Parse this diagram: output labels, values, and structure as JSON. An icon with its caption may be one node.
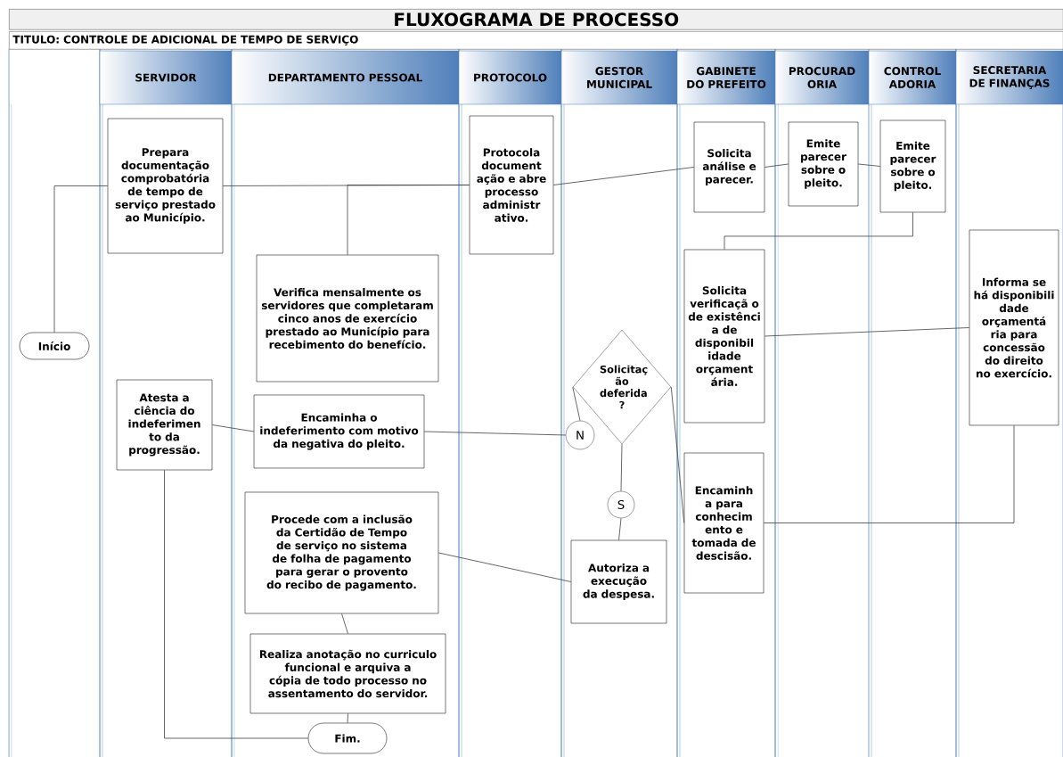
{
  "diagram": {
    "title": "FLUXOGRAMA DE PROCESSO",
    "nodes": [
      {
        "text": [
          "SERVIDOR"
        ]
      },
      {
        "text": [
          "DEPARTAMENTO PESSOAL"
        ]
      },
      {
        "text": [
          "PROTOCOLO"
        ]
      },
      {
        "text": [
          "GESTOR MUNICIPAL"
        ]
      },
      {
        "text": [
          "GABINETE DO PREFEITO"
        ]
      },
      {
        "text": [
          "PROCURAD ORIA"
        ]
      },
      {
        "text": [
          "CONTROL ADORIA"
        ]
      },
      {
        "text": [
          "SECRETARIA DE FINANÇAS"
        ]
      },
      {
        "text": [
          "Início"
        ]
      },
      {
        "text": [
          "Prepara documentação comprobatória de tempo de serviço prestado ao Município."
        ]
      },
      {
        "text": [
          "Protocola document ação e abre processo administr ativo."
        ]
      },
      {
        "text": [
          "Solicita análise e parecer."
        ]
      },
      {
        "text": [
          "Emite parecer sobre o pleito."
        ]
      },
      {
        "text": [
          "Emite parecer sobre o pleito."
        ]
      },
      {
        "text": [
          "Verifica mensalmente os servidores que completaram cinco anos de exercício prestado ao Município para recebimento do benefício."
        ]
      },
      {
        "text": [
          "Solicita verificaçã o de existênci a de disponibil idade orçament ária."
        ]
      },
      {
        "text": [
          "Informa se há disponibili dade orçamentá ria para concessão do direito no exercício."
        ]
      },
      {
        "text": [
          "Solicitaç ão deferida ?"
        ]
      },
      {
        "text": [
          "Atesta a ciência do indeferimen to da progressão."
        ]
      },
      {
        "text": [
          "Encaminha o indeferimento com motivo da negativa do pleito."
        ]
      },
      {
        "text": [
          "N"
        ]
      },
      {
        "text": [
          "S"
        ]
      },
      {
        "text": [
          "Encaminh a para conhecim ento e tomada de descisão."
        ]
      },
      {
        "text": [
          "Procede com a inclusão da Certidão de Tempo de serviço no sistema de folha de pagamento para gerar o provento do recibo de pagamento."
        ]
      },
      {
        "text": [
          "Autoriza a execução da despesa."
        ]
      },
      {
        "text": [
          "Realiza anotação no curriculo funcional e arquiva a cópia de todo processo no assentamento do servidor."
        ]
      },
      {
        "text": [
          "Fim."
        ]
      }
    ],
    "edges": [
      {
        "from": 8,
        "to": 9,
        "arrow": "none"
      },
      {
        "from": 9,
        "to": 10,
        "arrow": "none"
      },
      {
        "from": 14,
        "to": 10,
        "arrow": "none"
      },
      {
        "from": 10,
        "to": 11,
        "arrow": "none"
      },
      {
        "from": 11,
        "to": 12,
        "arrow": "none"
      },
      {
        "from": 12,
        "to": 13,
        "arrow": "none"
      },
      {
        "from": 13,
        "to": 15,
        "arrow": "none"
      },
      {
        "from": 15,
        "to": 16,
        "arrow": "none"
      },
      {
        "from": 16,
        "to": 22,
        "arrow": "none"
      },
      {
        "from": 17,
        "to": 22,
        "arrow": "none"
      },
      {
        "from": 17,
        "to": 20,
        "arrow": "none"
      },
      {
        "from": 20,
        "to": 19,
        "arrow": "none"
      },
      {
        "from": 19,
        "to": 18,
        "arrow": "none"
      },
      {
        "from": 17,
        "to": 21,
        "arrow": "none"
      },
      {
        "from": 21,
        "to": 24,
        "arrow": "none"
      },
      {
        "from": 24,
        "to": 23,
        "arrow": "none"
      },
      {
        "from": 23,
        "to": 25,
        "arrow": "none"
      },
      {
        "from": 25,
        "to": 26,
        "arrow": "none"
      },
      {
        "from": 18,
        "to": 26,
        "arrow": "none"
      }
    ],
    "labels": [
      "TITULO: CONTROLE DE ADICIONAL DE TEMPO DE SERVIÇO"
    ]
  }
}
